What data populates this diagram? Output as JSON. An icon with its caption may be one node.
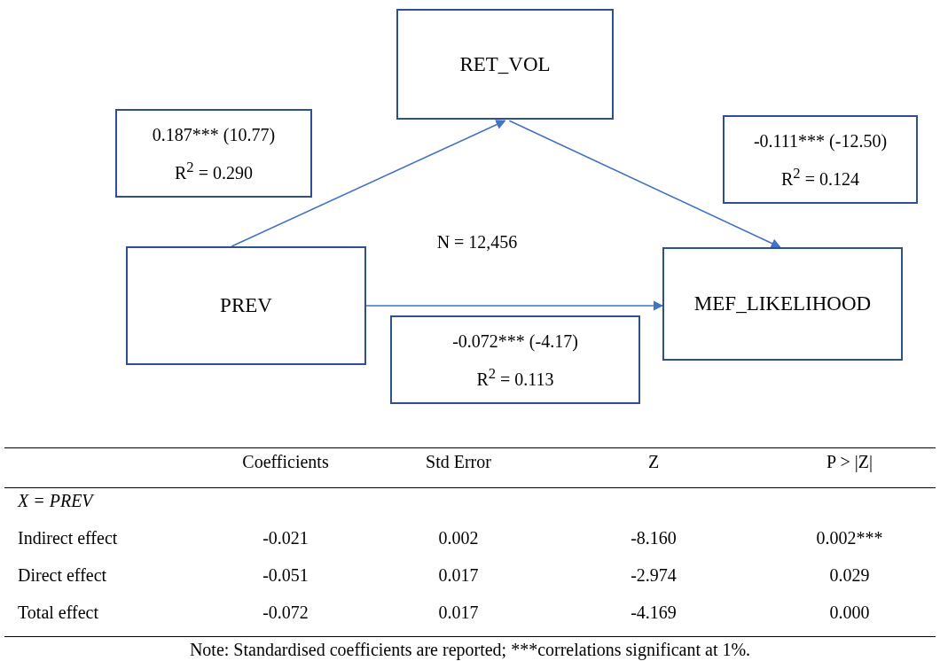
{
  "diagram": {
    "nodes": [
      {
        "text": [
          "RET_VOL"
        ]
      },
      {
        "text": [
          "0.187*** (10.77)",
          "R$^{2}$ = 0.290"
        ]
      },
      {
        "text": [
          "-0.111*** (-12.50)",
          "R$^{2}$ = 0.124"
        ]
      },
      {
        "text": [
          "PREV"
        ]
      },
      {
        "text": [
          "MEF_LIKELIHOOD"
        ]
      },
      {
        "text": [
          "-0.072*** (-4.17)",
          "R$^{2}$ = 0.113"
        ]
      }
    ],
    "edges": [
      {
        "from": 3,
        "to": 0,
        "arrow": "to"
      },
      {
        "from": 0,
        "to": 4,
        "arrow": "to"
      },
      {
        "from": 3,
        "to": 4,
        "arrow": "to"
      }
    ],
    "labels": [
      "N = 12,456",
      "Coefficients",
      "Std Error",
      "Z",
      "P > |Z|",
      "X = PREV",
      "Indirect effect",
      "-0.021",
      "0.002",
      "-8.160",
      "0.002***",
      "Direct effect",
      "-0.051",
      "0.017",
      "-2.974",
      "0.029",
      "Total effect",
      "-0.072",
      "0.017",
      "-4.169",
      "0.000"
    ],
    "caption": "Note: Standardised coefficients are reported; ***correlations significant at 1%."
  }
}
